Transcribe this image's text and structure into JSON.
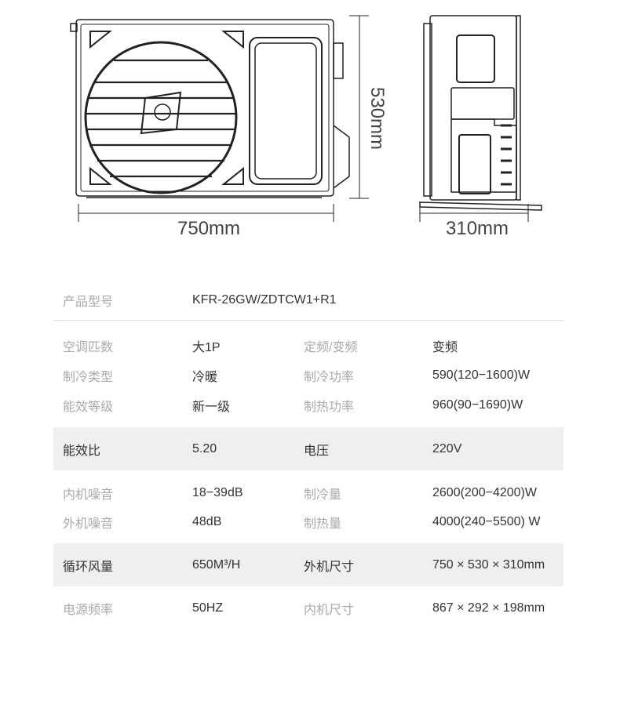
{
  "dimensions": {
    "width": "750mm",
    "height": "530mm",
    "depth": "310mm"
  },
  "model": {
    "label": "产品型号",
    "value": "KFR-26GW/ZDTCW1+R1"
  },
  "rows": [
    {
      "k": "空调匹数",
      "v": "大1P",
      "k2": "定频/变频",
      "v2": "变频",
      "band": false
    },
    {
      "k": "制冷类型",
      "v": "冷暖",
      "k2": "制冷功率",
      "v2": "590(120−1600)W",
      "band": false
    },
    {
      "k": "能效等级",
      "v": "新一级",
      "k2": "制热功率",
      "v2": "960(90−1690)W",
      "band": false
    },
    {
      "k": "能效比",
      "v": "5.20",
      "k2": "电压",
      "v2": "220V",
      "band": true
    },
    {
      "k": "内机噪音",
      "v": "18−39dB",
      "k2": "制冷量",
      "v2": "2600(200−4200)W",
      "band": false
    },
    {
      "k": "外机噪音",
      "v": "48dB",
      "k2": "制热量",
      "v2": "4000(240−5500) W",
      "band": false
    },
    {
      "k": "循环风量",
      "v": "650M³/H",
      "k2": "外机尺寸",
      "v2": "750 × 530 × 310mm",
      "band": true
    },
    {
      "k": "电源频率",
      "v": "50HZ",
      "k2": "内机尺寸",
      "v2": "867 × 292 × 198mm",
      "band": false
    }
  ]
}
